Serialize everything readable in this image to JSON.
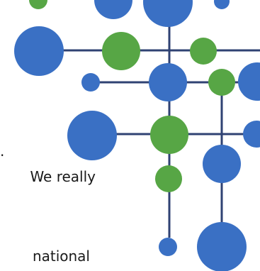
{
  "text_fragments": [
    "We really",
    "national",
    "."
  ],
  "colors": {
    "blue": "#3a70c4",
    "green": "#57a645",
    "line": "#2f4273",
    "text": "#1a1a1a",
    "background": "#ffffff"
  },
  "icons": [
    "network-node-graphic"
  ]
}
